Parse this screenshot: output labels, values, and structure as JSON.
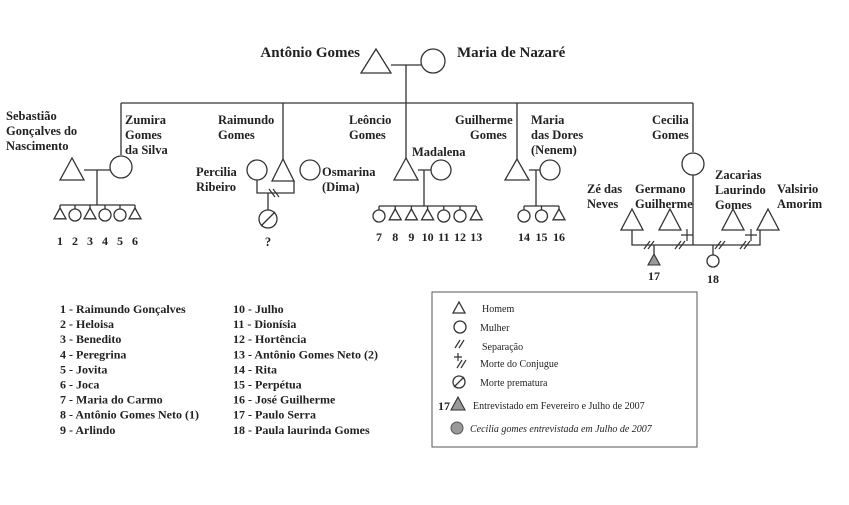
{
  "top_couple": {
    "husband": "Antônio Gomes",
    "wife": "Maria de Nazaré"
  },
  "people": {
    "sebastiao": [
      "Sebastião",
      "Gonçalves do",
      "Nascimento"
    ],
    "zumira": [
      "Zumira",
      "Gomes",
      "da Silva"
    ],
    "raimundo": [
      "Raimundo",
      "Gomes"
    ],
    "percilia": [
      "Percilia",
      "Ribeiro"
    ],
    "osmarina": [
      "Osmarina",
      "(Dima)"
    ],
    "leoncio": [
      "Leôncio",
      "Gomes"
    ],
    "madalena": [
      "Madalena"
    ],
    "guilherme": [
      "Guilherme",
      "Gomes"
    ],
    "maria_dores": [
      "Maria",
      "das Dores",
      "(Nenem)"
    ],
    "cecilia": [
      "Cecilia",
      "Gomes"
    ],
    "ze_neves": [
      "Zé das",
      "Neves"
    ],
    "germano": [
      "Germano",
      "Guilherme"
    ],
    "zacarias": [
      "Zacarias",
      "Laurindo",
      "Gomes"
    ],
    "valsirio": [
      "Valsirio",
      "Amorim"
    ]
  },
  "marks": {
    "unknown": "?"
  },
  "child_numbers": {
    "group1": [
      "1",
      "2",
      "3",
      "4",
      "5",
      "6"
    ],
    "group2": [
      "7",
      "8",
      "9",
      "10",
      "11",
      "12",
      "13"
    ],
    "group3": [
      "14",
      "15",
      "16"
    ],
    "single_a": "17",
    "single_b": "18"
  },
  "key_col1": [
    "1 - Raimundo Gonçalves",
    "2 - Heloisa",
    "3 - Benedito",
    "4 - Peregrina",
    "5 - Jovita",
    "6 -  Joca",
    "7 - Maria do Carmo",
    "8 - Antônio Gomes Neto (1)",
    "9 - Arlindo"
  ],
  "key_col2": [
    "10 - Julho",
    "11 - Dionísia",
    "12 - Hortência",
    "13 - Antônio Gomes Neto (2)",
    "14 - Rita",
    "15 - Perpétua",
    "16 - José Guilherme",
    "17 - Paulo Serra",
    "18 - Paula laurinda Gomes"
  ],
  "legend": {
    "homem": "Homem",
    "mulher": "Mulher",
    "separacao": "Separação",
    "morte_conjugue": "Morte do Conjugue",
    "morte_prematura": "Morte prematura",
    "entrevistado_num": "17",
    "entrevistado": "Entrevistado em Fevereiro e Julho de 2007",
    "cecilia": "Cecilia gomes entrevistada em Julho de 2007"
  },
  "colors": {
    "line": "#333333",
    "text": "#222222",
    "interviewed_fill": "#999999"
  }
}
